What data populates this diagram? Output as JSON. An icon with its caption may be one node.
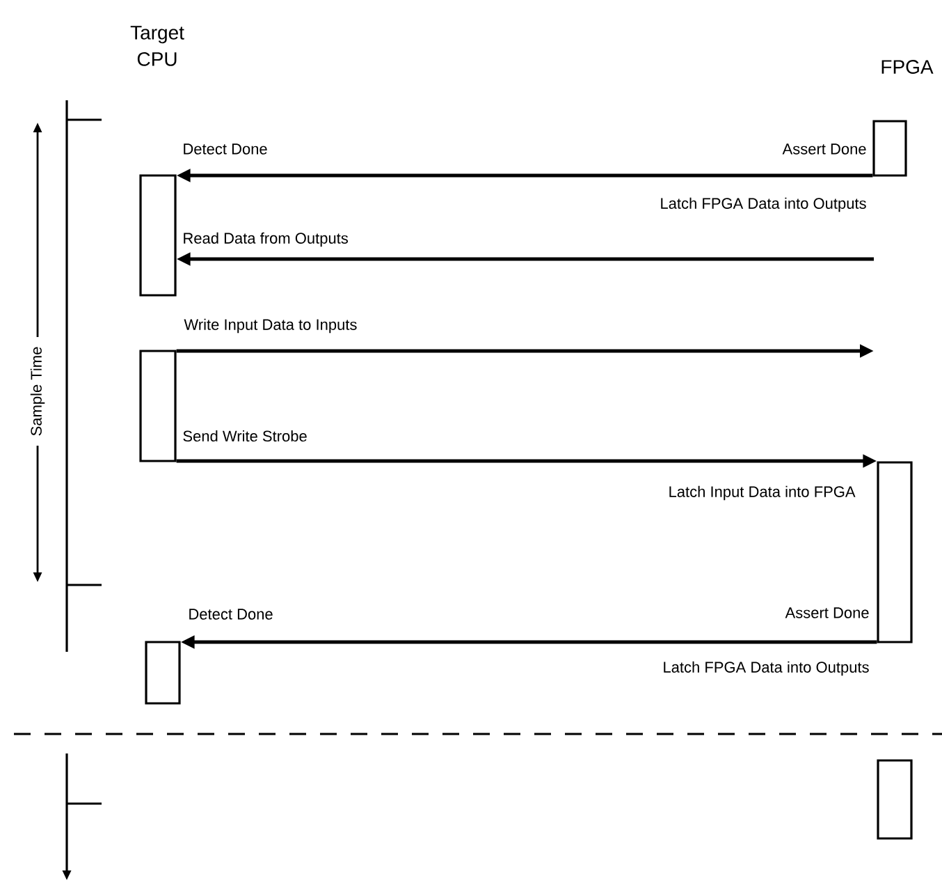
{
  "diagram": {
    "nodes": [
      {
        "text": [],
        "shape": "box",
        "beside": [
          "Assert Done"
        ]
      },
      {
        "text": [],
        "shape": "box",
        "beside": [
          "Detect Done"
        ]
      },
      {
        "text": [],
        "shape": "box"
      },
      {
        "text": [],
        "shape": "box",
        "beside": [
          "Latch Input Data into FPGA",
          "Assert Done"
        ]
      },
      {
        "text": [],
        "shape": "box",
        "beside": [
          "Detect Done"
        ]
      },
      {
        "text": [],
        "shape": "box"
      }
    ],
    "edges": [
      {
        "from": 0,
        "to": 1,
        "arrow": "to",
        "label": "Latch FPGA Data into Outputs"
      },
      {
        "from": null,
        "to": 1,
        "arrow": "to",
        "label": "Read Data from Outputs"
      },
      {
        "from": 2,
        "to": null,
        "arrow": "to",
        "label": "Write Input Data to Inputs"
      },
      {
        "from": 2,
        "to": 3,
        "arrow": "to",
        "label": "Send Write Strobe"
      },
      {
        "from": 3,
        "to": 4,
        "arrow": "to",
        "label": "Latch FPGA Data into Outputs"
      }
    ],
    "labels": [
      "Target CPU",
      "FPGA",
      "Sample Time"
    ]
  }
}
